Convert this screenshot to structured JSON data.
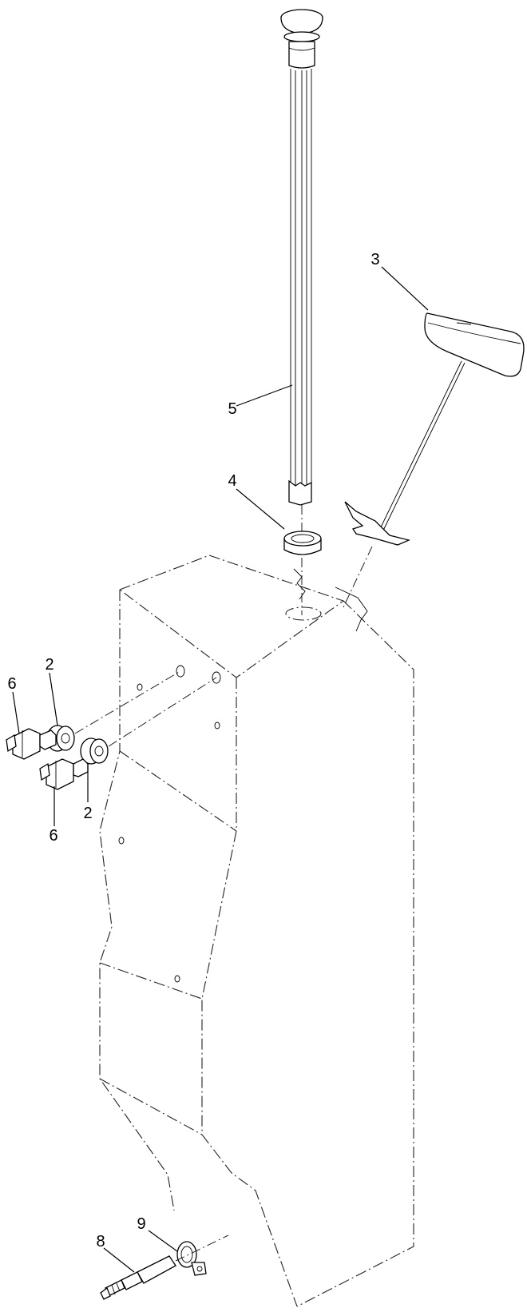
{
  "callouts": {
    "c2a": "2",
    "c2b": "2",
    "c3": "3",
    "c4": "4",
    "c5": "5",
    "c6a": "6",
    "c6b": "6",
    "c8": "8",
    "c9": "9"
  }
}
